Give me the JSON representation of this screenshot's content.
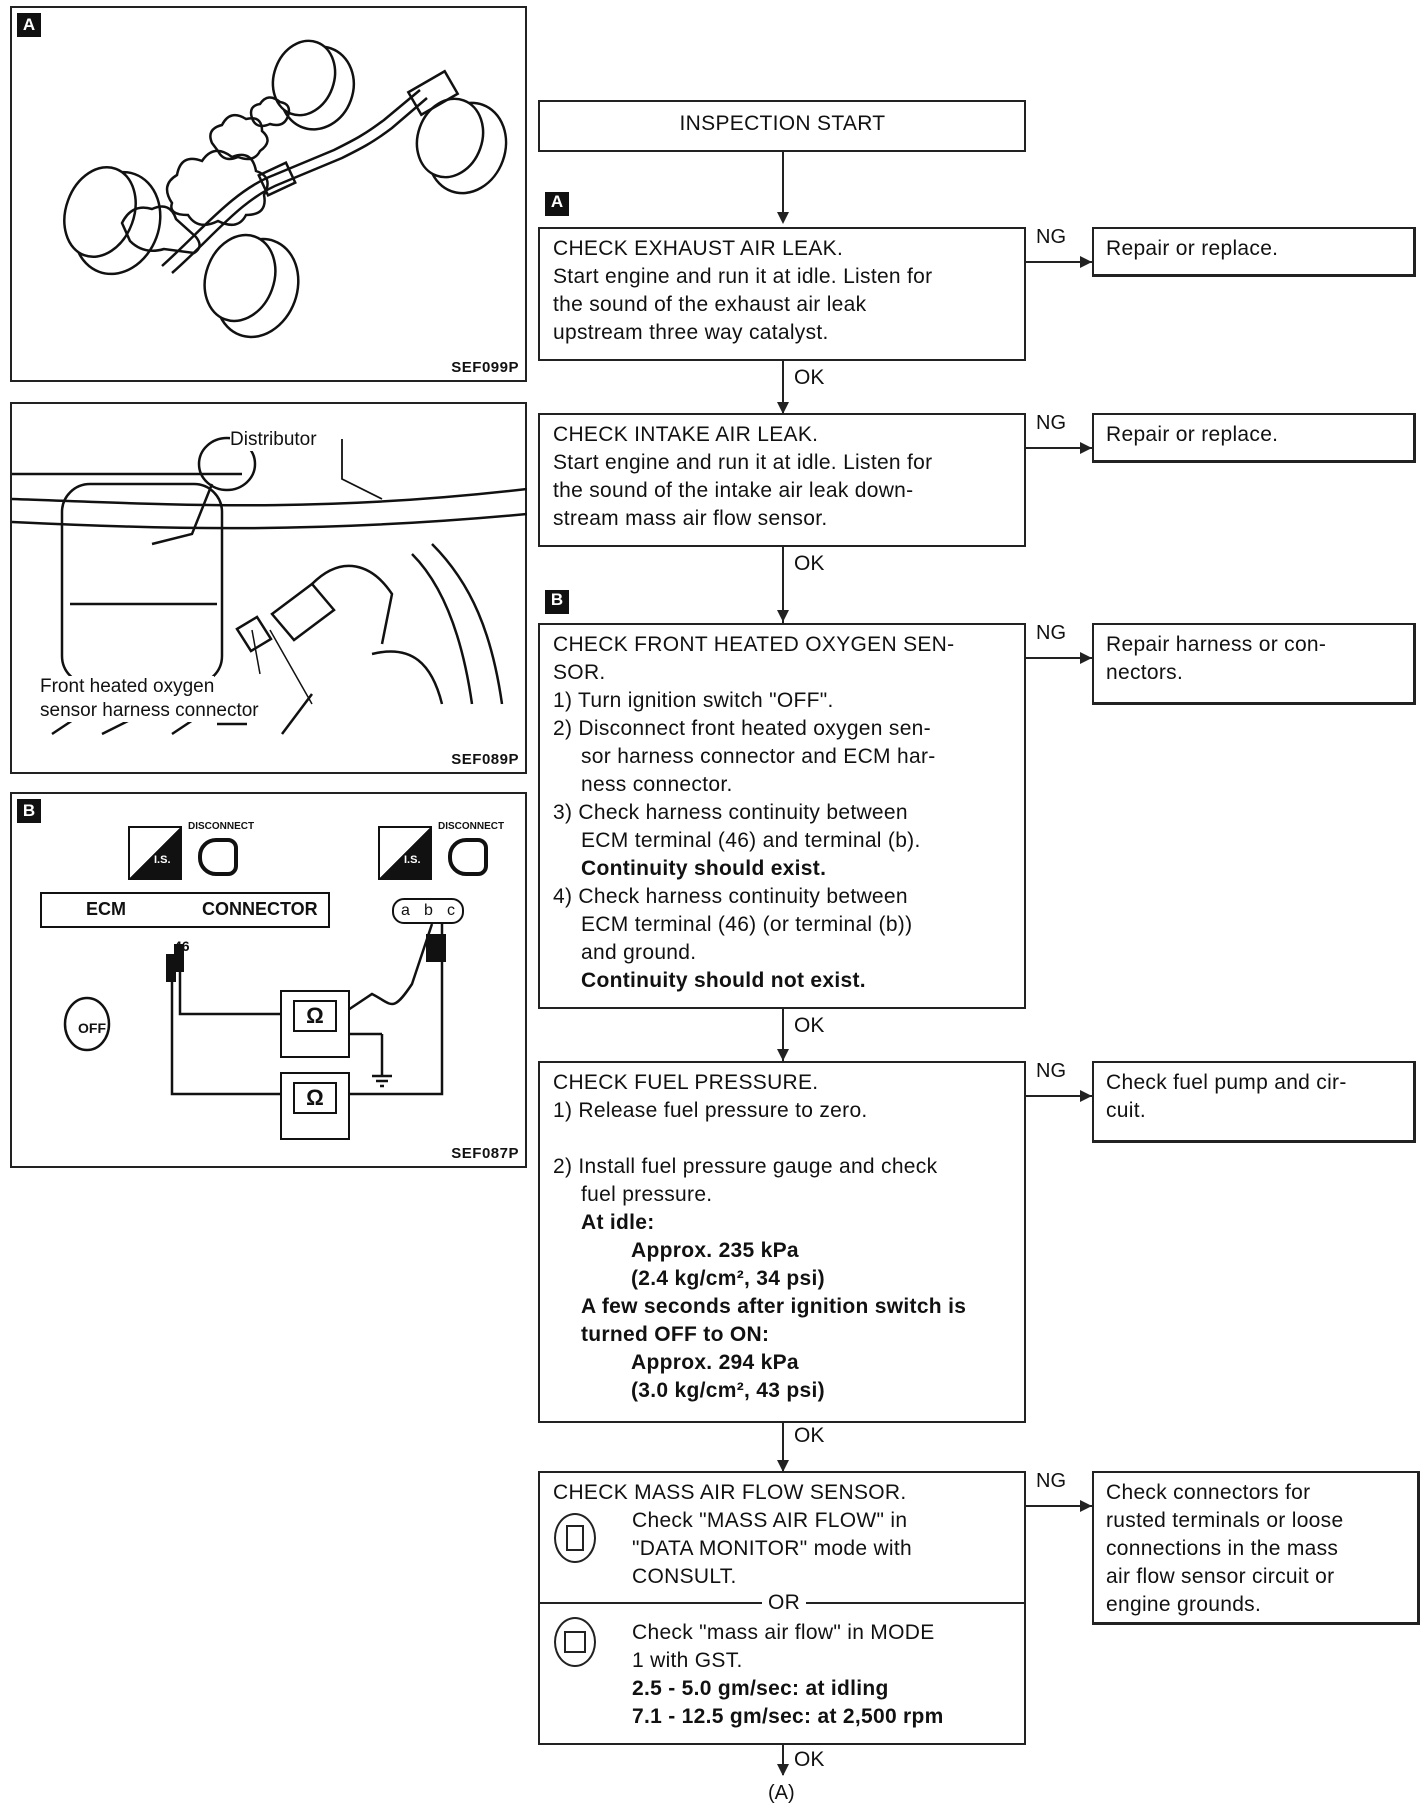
{
  "figures": {
    "fig_a": {
      "tag": "A",
      "code": "SEF099P"
    },
    "fig_mid": {
      "code": "SEF089P",
      "label_distributor": "Distributor",
      "label_sensor_line1": "Front heated oxygen",
      "label_sensor_line2": "sensor harness connector"
    },
    "fig_b": {
      "tag": "B",
      "code": "SEF087P",
      "disconnect": "DISCONNECT",
      "ecm": "ECM",
      "connector": "CONNECTOR",
      "terminal_46": "46",
      "ohm": "Ω",
      "pin_a": "a",
      "pin_b": "b",
      "pin_c": "c",
      "ign_label": "I.S.",
      "off_label": "OFF"
    }
  },
  "flow": {
    "start": "INSPECTION START",
    "tag_a": "A",
    "tag_b": "B",
    "ng": "NG",
    "ok": "OK",
    "end": "(A)",
    "step1": {
      "lines": [
        "CHECK EXHAUST AIR LEAK.",
        "Start engine and run it at idle. Listen for",
        "the sound of the exhaust air leak",
        "upstream three way catalyst."
      ],
      "ng_action": "Repair or replace."
    },
    "step2": {
      "lines": [
        "CHECK INTAKE AIR LEAK.",
        "Start engine and run it at idle. Listen for",
        "the sound of the intake air leak down-",
        "stream mass air flow sensor."
      ],
      "ng_action": "Repair or replace."
    },
    "step3": {
      "title1": "CHECK FRONT HEATED OXYGEN SEN-",
      "title2": "SOR.",
      "s1": "1) Turn ignition switch \"OFF\".",
      "s2a": "2) Disconnect front heated oxygen sen-",
      "s2b": "sor harness connector and ECM har-",
      "s2c": "ness connector.",
      "s3a": "3) Check harness continuity between",
      "s3b": "ECM terminal (46) and terminal (b).",
      "s3c": "Continuity should exist.",
      "s4a": "4) Check harness continuity between",
      "s4b": "ECM terminal (46) (or terminal (b))",
      "s4c": "and ground.",
      "s4d": "Continuity should not exist.",
      "ng_action_1": "Repair harness or con-",
      "ng_action_2": "nectors."
    },
    "step4": {
      "title": "CHECK FUEL PRESSURE.",
      "s1": "1) Release fuel pressure to zero.",
      "s2a": "2) Install fuel pressure gauge and check",
      "s2b": "fuel pressure.",
      "idle": "At idle:",
      "idle_v1": "Approx. 235 kPa",
      "idle_v2": "(2.4 kg/cm², 34 psi)",
      "off_on1": "A few seconds after ignition switch is",
      "off_on2": "turned OFF to ON:",
      "off_v1": "Approx. 294 kPa",
      "off_v2": "(3.0 kg/cm², 43 psi)",
      "ng_action_1": "Check fuel pump and cir-",
      "ng_action_2": "cuit."
    },
    "step5": {
      "title": "CHECK MASS AIR FLOW SENSOR.",
      "c1": "Check \"MASS AIR FLOW\" in",
      "c2": "\"DATA MONITOR\" mode with",
      "c3": "CONSULT.",
      "or": "OR",
      "g1": "Check \"mass air flow\" in MODE",
      "g2": "1 with GST.",
      "v1": "2.5 - 5.0 gm/sec: at idling",
      "v2": "7.1 - 12.5 gm/sec: at 2,500 rpm",
      "ng_lines": [
        "Check connectors for",
        "rusted terminals or loose",
        "connections in the mass",
        "air flow sensor circuit or",
        "engine grounds."
      ]
    }
  }
}
